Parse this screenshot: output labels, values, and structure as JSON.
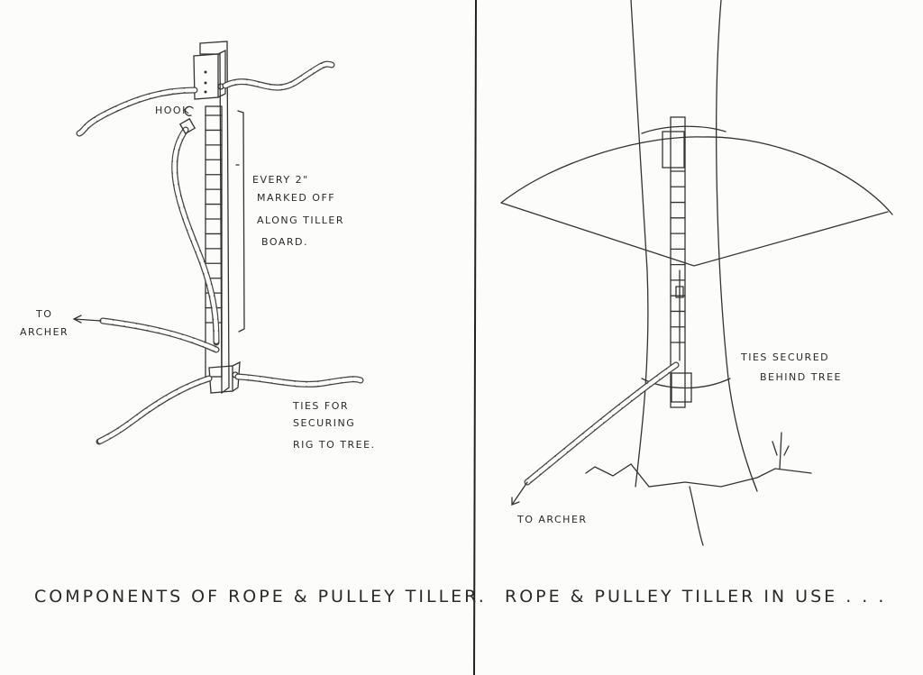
{
  "left_panel": {
    "hook_label": "HOOK",
    "marking_note": [
      "EVERY 2\"",
      "MARKED OFF",
      "ALONG TILLER",
      "BOARD."
    ],
    "to_archer": [
      "TO",
      "ARCHER"
    ],
    "ties_note": [
      "TIES FOR",
      "SECURING",
      "RIG TO TREE."
    ],
    "caption": "COMPONENTS OF ROPE & PULLEY TILLER."
  },
  "right_panel": {
    "ties_note": [
      "TIES SECURED",
      "BEHIND TREE"
    ],
    "to_archer": "TO ARCHER",
    "caption": "ROPE & PULLEY TILLER IN USE . . ."
  }
}
